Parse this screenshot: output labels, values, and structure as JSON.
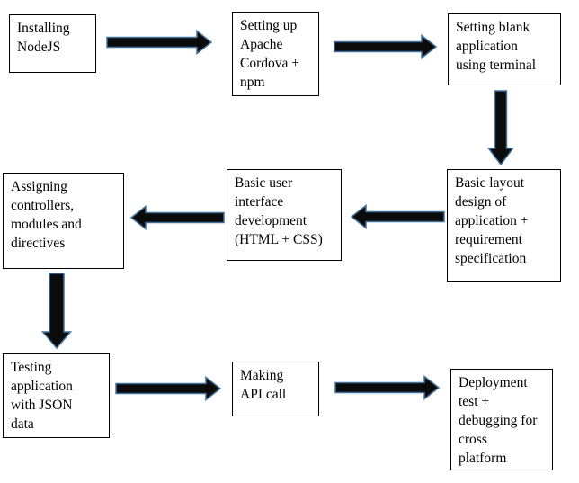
{
  "diagram": {
    "type": "flowchart",
    "background_color": "#ffffff",
    "box_border_color": "#000000",
    "arrow_fill_color": "#0b0b0b",
    "arrow_outline_color": "#41719c",
    "nodes": [
      {
        "id": "installing-nodejs",
        "label": "Installing\nNodeJS"
      },
      {
        "id": "setup-apache-cordova-npm",
        "label": "Setting up\nApache\nCordova +\nnpm"
      },
      {
        "id": "blank-app-terminal",
        "label": "Setting blank\napplication\nusing terminal"
      },
      {
        "id": "basic-layout-design",
        "label": "Basic layout\ndesign of\napplication +\nrequirement\nspecification"
      },
      {
        "id": "basic-ui-development",
        "label": "Basic user\ninterface\ndevelopment\n(HTML + CSS)"
      },
      {
        "id": "assigning-controllers",
        "label": "Assigning\ncontrollers,\nmodules and\ndirectives"
      },
      {
        "id": "testing-json-data",
        "label": "Testing\napplication\nwith JSON\ndata"
      },
      {
        "id": "making-api-call",
        "label": "Making\nAPI call"
      },
      {
        "id": "deployment-cross-platform",
        "label": "Deployment\ntest +\ndebugging for\ncross\nplatform"
      }
    ],
    "connectors": [
      {
        "from": "installing-nodejs",
        "to": "setup-apache-cordova-npm",
        "direction": "right"
      },
      {
        "from": "setup-apache-cordova-npm",
        "to": "blank-app-terminal",
        "direction": "right"
      },
      {
        "from": "blank-app-terminal",
        "to": "basic-layout-design",
        "direction": "down"
      },
      {
        "from": "basic-layout-design",
        "to": "basic-ui-development",
        "direction": "left"
      },
      {
        "from": "basic-ui-development",
        "to": "assigning-controllers",
        "direction": "left"
      },
      {
        "from": "assigning-controllers",
        "to": "testing-json-data",
        "direction": "down"
      },
      {
        "from": "testing-json-data",
        "to": "making-api-call",
        "direction": "right"
      },
      {
        "from": "making-api-call",
        "to": "deployment-cross-platform",
        "direction": "right"
      }
    ]
  }
}
